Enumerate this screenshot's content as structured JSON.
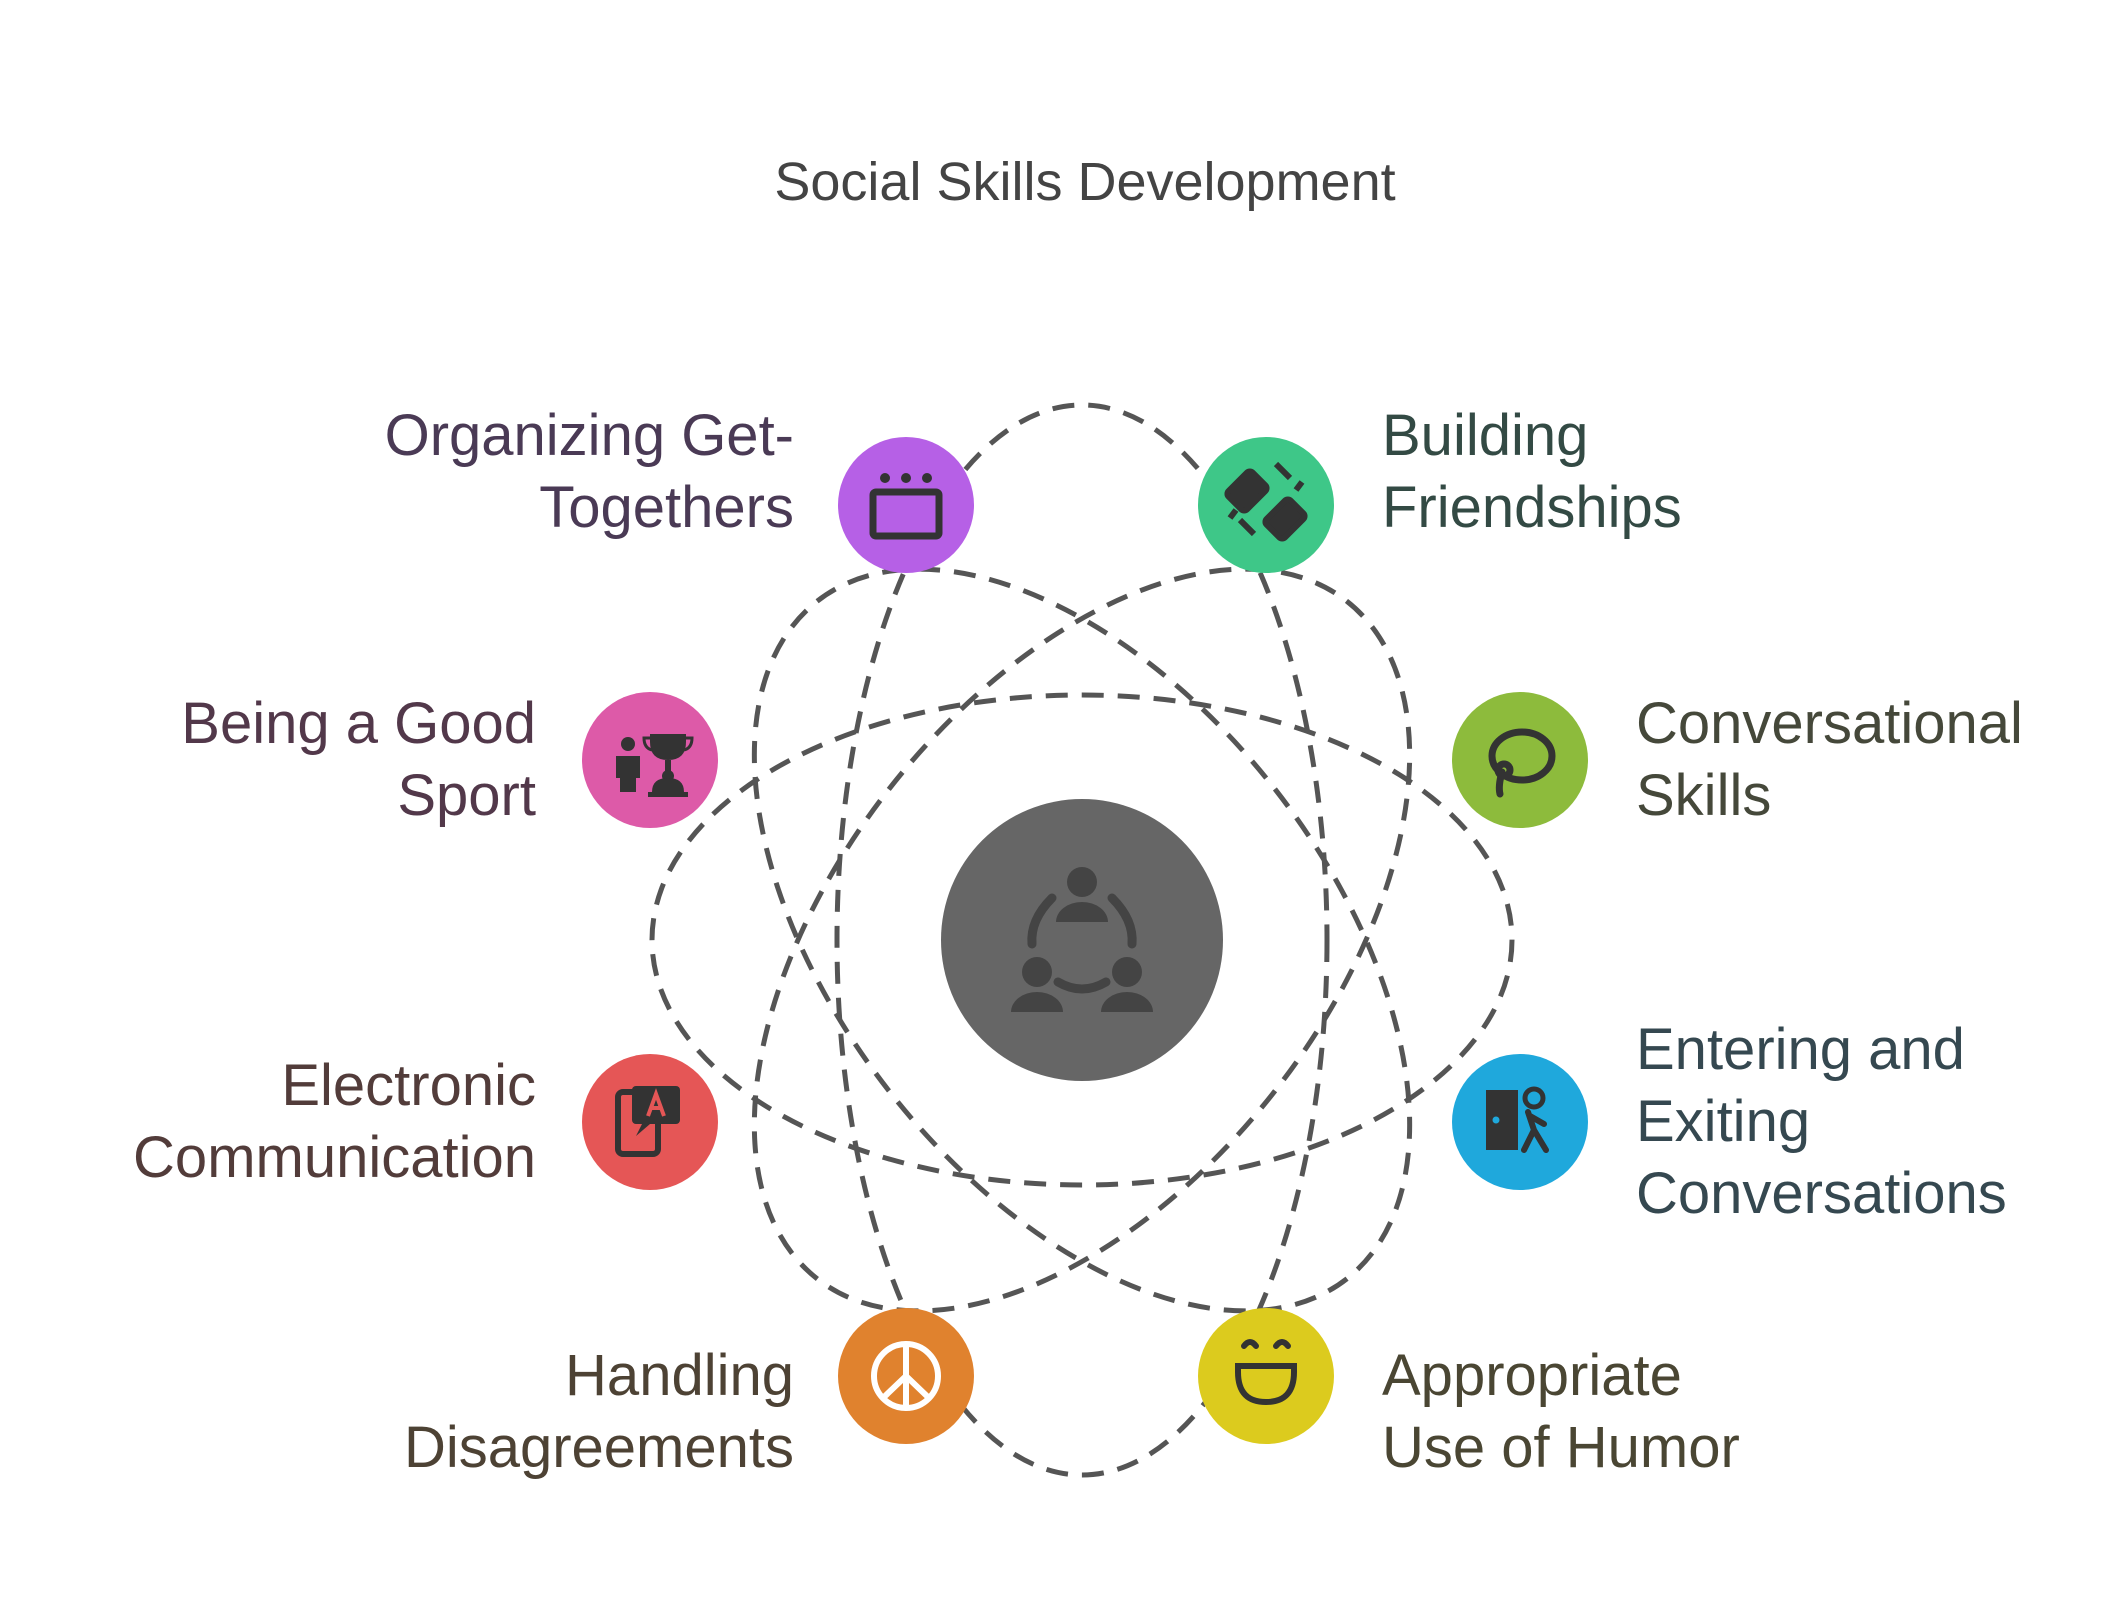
{
  "title": "Social Skills Development",
  "center": {
    "icon": "group-people-icon",
    "color": "#666666"
  },
  "skills": [
    {
      "id": "organizing",
      "label_lines": [
        "Organizing Get-",
        "Togethers"
      ],
      "icon": "calendar-icon",
      "color": "#B660E6",
      "text_color": "#4A3A55"
    },
    {
      "id": "friendships",
      "label_lines": [
        "Building",
        "Friendships"
      ],
      "icon": "handshake-icon",
      "color": "#3EC788",
      "text_color": "#334A44"
    },
    {
      "id": "conversational",
      "label_lines": [
        "Conversational",
        "Skills"
      ],
      "icon": "speech-bubble-icon",
      "color": "#8DBB3C",
      "text_color": "#45483A"
    },
    {
      "id": "entering",
      "label_lines": [
        "Entering and",
        "Exiting",
        "Conversations"
      ],
      "icon": "person-door-icon",
      "color": "#1FA8DC",
      "text_color": "#354850"
    },
    {
      "id": "humor",
      "label_lines": [
        "Appropriate",
        "Use of Humor"
      ],
      "icon": "smile-icon",
      "color": "#DCCB1E",
      "text_color": "#4A4633"
    },
    {
      "id": "disagreements",
      "label_lines": [
        "Handling",
        "Disagreements"
      ],
      "icon": "peace-icon",
      "color": "#E0822E",
      "text_color": "#4D4234"
    },
    {
      "id": "electronic",
      "label_lines": [
        "Electronic",
        "Communication"
      ],
      "icon": "phone-chat-icon",
      "color": "#E55656",
      "text_color": "#523C3A"
    },
    {
      "id": "sport",
      "label_lines": [
        "Being a Good",
        "Sport"
      ],
      "icon": "trophy-icon",
      "color": "#DD5AA8",
      "text_color": "#52384A"
    }
  ]
}
